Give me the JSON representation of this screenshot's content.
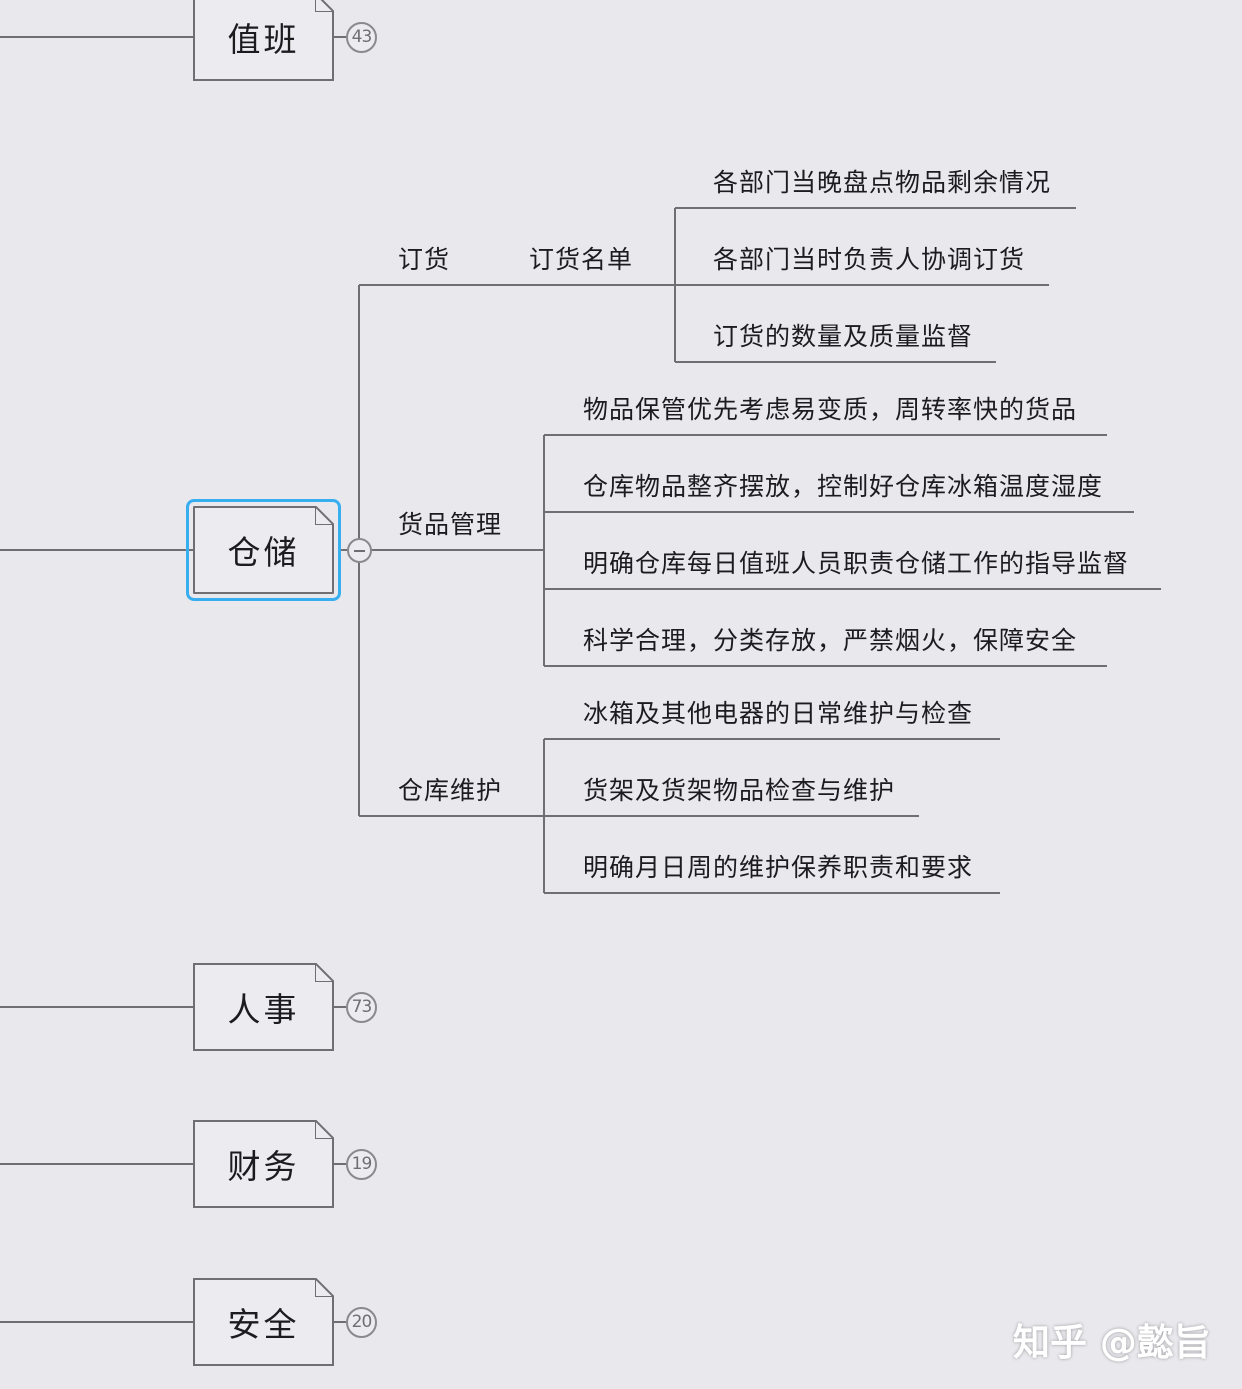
{
  "nodes": {
    "duty": {
      "label": "值班",
      "count": "43"
    },
    "storage": {
      "label": "仓储"
    },
    "hr": {
      "label": "人事",
      "count": "73"
    },
    "finance": {
      "label": "财务",
      "count": "19"
    },
    "safety": {
      "label": "安全",
      "count": "20"
    }
  },
  "storage": {
    "ordering": {
      "label": "订货",
      "sub_label": "订货名单",
      "items": [
        "各部门当晚盘点物品剩余情况",
        "各部门当时负责人协调订货",
        "订货的数量及质量监督"
      ]
    },
    "goods": {
      "label": "货品管理",
      "items": [
        "物品保管优先考虑易变质，周转率快的货品",
        "仓库物品整齐摆放，控制好仓库冰箱温度湿度",
        "明确仓库每日值班人员职责仓储工作的指导监督",
        "科学合理，分类存放，严禁烟火，保障安全"
      ]
    },
    "maintenance": {
      "label": "仓库维护",
      "items": [
        "冰箱及其他电器的日常维护与检查",
        "货架及货架物品检查与维护",
        "明确月日周的维护保养职责和要求"
      ]
    }
  },
  "colors": {
    "background": "#e9e8ed",
    "line": "#6f6e73",
    "selection": "#36aef0"
  },
  "watermark": "知乎 @懿旨"
}
